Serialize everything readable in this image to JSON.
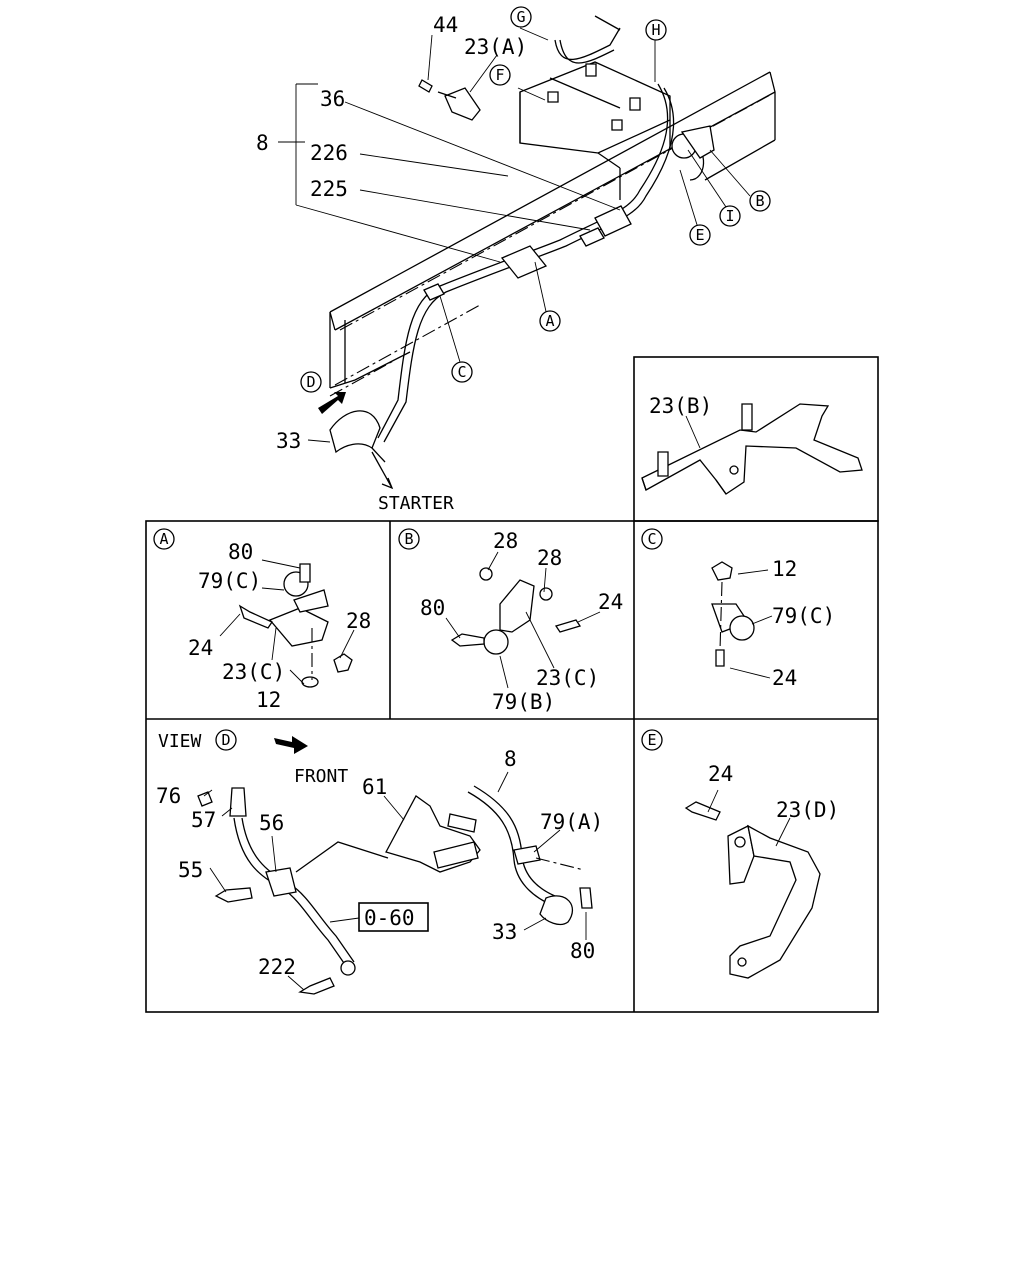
{
  "main": {
    "labels": {
      "n44": "44",
      "n23a": "23(A)",
      "n36": "36",
      "n8": "8",
      "n226": "226",
      "n225": "225",
      "n33": "33",
      "starter": "STARTER"
    },
    "callouts": {
      "G": "G",
      "H": "H",
      "F": "F",
      "B": "B",
      "I": "I",
      "E": "E",
      "A": "A",
      "C": "C",
      "D": "D"
    }
  },
  "detail_23b": {
    "label": "23(B)"
  },
  "detail_a": {
    "tag": "A",
    "labels": {
      "n80": "80",
      "n79c": "79(C)",
      "n24": "24",
      "n28": "28",
      "n23c": "23(C)",
      "n12": "12"
    }
  },
  "detail_b": {
    "tag": "B",
    "labels": {
      "n28a": "28",
      "n28b": "28",
      "n80": "80",
      "n24": "24",
      "n23c": "23(C)",
      "n79b": "79(B)"
    }
  },
  "detail_c": {
    "tag": "C",
    "labels": {
      "n12": "12",
      "n79c": "79(C)",
      "n24": "24"
    }
  },
  "view_d": {
    "title": "VIEW",
    "tag": "D",
    "front": "FRONT",
    "labels": {
      "n76": "76",
      "n57": "57",
      "n56": "56",
      "n55": "55",
      "n222": "222",
      "ref": "0-60",
      "n61": "61",
      "n8": "8",
      "n79a": "79(A)",
      "n33": "33",
      "n80": "80"
    }
  },
  "detail_e": {
    "tag": "E",
    "labels": {
      "n24": "24",
      "n23d": "23(D)"
    }
  }
}
